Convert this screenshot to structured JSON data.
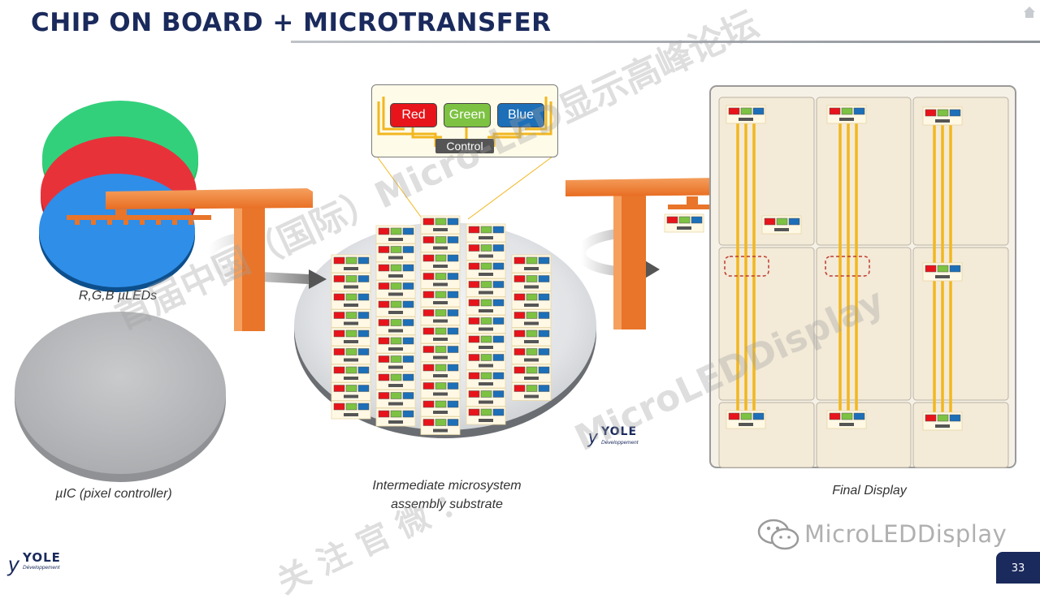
{
  "slide": {
    "title": "CHIP ON BOARD + MICROTRANSFER",
    "page_number": "33"
  },
  "labels": {
    "rgb_leds": "R,G,B µLEDs",
    "pixel_controller": "µIC (pixel controller)",
    "intermediate_line1": "Intermediate microsystem",
    "intermediate_line2": "assembly substrate",
    "final_display": "Final Display"
  },
  "pixel_cell": {
    "red": "Red",
    "green": "Green",
    "blue": "Blue",
    "control": "Control"
  },
  "logo": {
    "name": "YOLE",
    "sub": "Développement"
  },
  "watermarks": {
    "line1": "首届中国（国际）Micro-LED显示高峰论坛",
    "line2": "MicroLEDDisplay",
    "line3": "关  注  官  微  ：",
    "wechat_account": "MicroLEDDisplay"
  },
  "colors": {
    "title": "#1a2a5c",
    "red": "#e8141b",
    "green": "#7dc242",
    "blue": "#1d6fb8",
    "transfer_arm": "#f07f32",
    "trace": "#f2b71f",
    "wafer_red": "#e8323a",
    "wafer_green": "#33d07c",
    "wafer_blue": "#2f8ee8"
  }
}
